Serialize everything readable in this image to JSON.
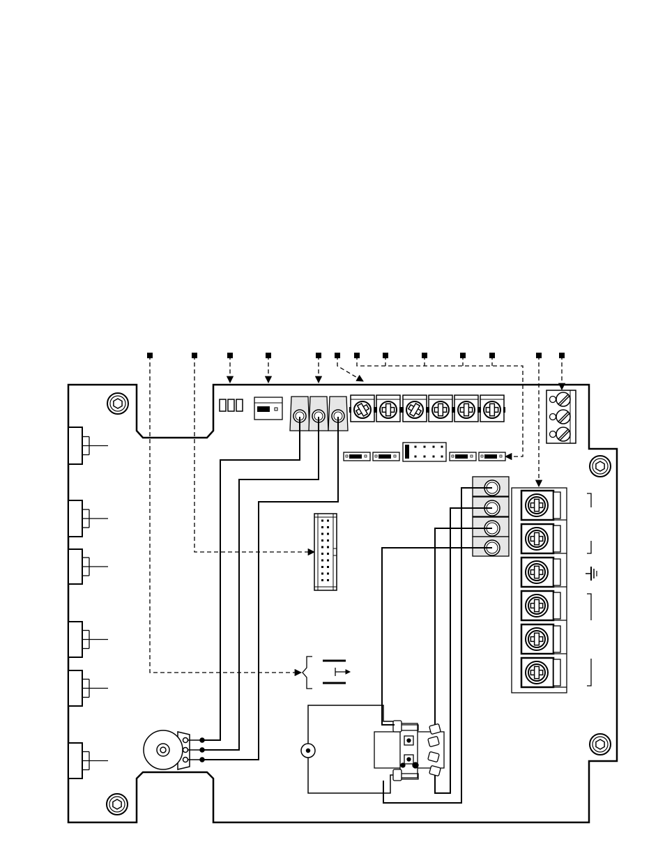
{
  "diagram": {
    "colors": {
      "ink": "#000000",
      "fill": "#ffffff",
      "shade": "#e6e6e6"
    },
    "callout_markers": 13,
    "mounting_holes": 4,
    "side_connectors": 6,
    "trim_potentiometers": 6,
    "terminal_block_small_positions": 3,
    "terminal_block_large_positions": 6,
    "ring_terminals_left": 3,
    "ring_terminals_right": 4,
    "jumpers_small": 4,
    "dip_switch_positions": 3,
    "ribbon_header_rows": 10,
    "icons": [
      "hex-screw-icon",
      "phillips-screw-icon",
      "ground-symbol-icon",
      "switch-symbol-icon",
      "lamp-symbol-icon",
      "arrowhead-icon"
    ]
  }
}
